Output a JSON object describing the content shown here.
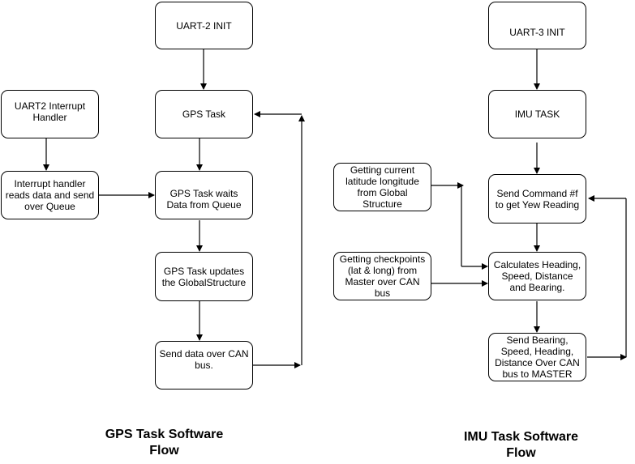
{
  "gps": {
    "uart_init": "UART-2 INIT",
    "gps_task": "GPS Task",
    "uart_interrupt": "UART2 Interrupt Handler",
    "interrupt_reads": "Interrupt handler reads data and send over Queue",
    "task_waits": "GPS Task waits Data from Queue",
    "updates_global": "GPS Task updates the GlobalStructure",
    "send_can": "Send data over CAN bus.",
    "caption": "GPS  Task Software Flow"
  },
  "imu": {
    "uart_init": "UART-3 INIT",
    "imu_task": "IMU TASK",
    "current_lat_long": "Getting current latitude longitude from Global Structure",
    "checkpoints": "Getting checkpoints (lat & long) from Master over CAN bus",
    "send_command": "Send Command #f to get Yew Reading",
    "calculates": "Calculates Heading, Speed, Distance and Bearing.",
    "send_bearing": "Send Bearing, Speed, Heading, Distance Over CAN bus to MASTER",
    "caption": "IMU Task Software Flow"
  }
}
